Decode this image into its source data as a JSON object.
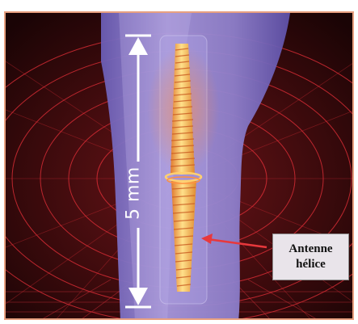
{
  "dimension_label": "5 mm",
  "callout": {
    "line1": "Antenne",
    "line2": "hélice"
  },
  "colors": {
    "background": "#2a0608",
    "mesh": "#e8303a",
    "tissue": "#8a7cc8",
    "coil": "#ffc050",
    "arrow": "#e8383c",
    "dimension": "#ffffff"
  }
}
